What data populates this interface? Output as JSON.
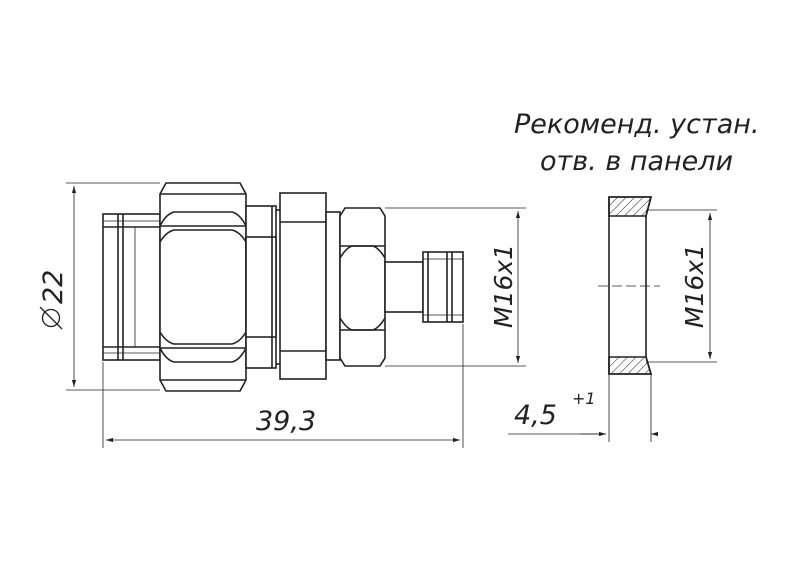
{
  "dimensions": {
    "diameter": "22",
    "overall_length": "39,3",
    "thread_connector": "M16x1",
    "thread_panel": "M16x1",
    "panel_thickness": "4,5",
    "panel_tolerance": "+1"
  },
  "note": {
    "line1": "Рекоменд. устан.",
    "line2": "отв. в панели"
  }
}
